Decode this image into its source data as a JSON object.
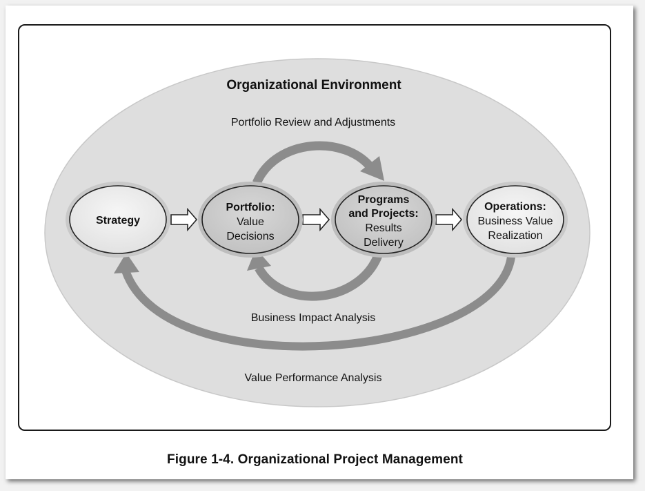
{
  "diagram": {
    "environment_title": "Organizational Environment",
    "loop_top_label": "Portfolio Review and Adjustments",
    "loop_middle_label": "Business Impact Analysis",
    "loop_bottom_label": "Value Performance Analysis",
    "nodes": {
      "strategy": {
        "lines": [
          "Strategy"
        ]
      },
      "portfolio": {
        "title": "Portfolio:",
        "lines": [
          "Value",
          "Decisions"
        ]
      },
      "programs": {
        "title_lines": [
          "Programs",
          "and Projects:"
        ],
        "lines": [
          "Results",
          "Delivery"
        ]
      },
      "operations": {
        "title": "Operations:",
        "lines": [
          "Business Value",
          "Realization"
        ]
      }
    },
    "colors": {
      "environment_fill": "#dedede",
      "strategy_fill": "#f0f0f0",
      "portfolio_fill": "#cfcfcf",
      "programs_fill": "#cfcfcf",
      "operations_fill": "#f0f0f0",
      "loop_arrow": "#8c8c8c",
      "outline": "#222222"
    }
  },
  "caption": "Figure 1-4. Organizational Project Management"
}
